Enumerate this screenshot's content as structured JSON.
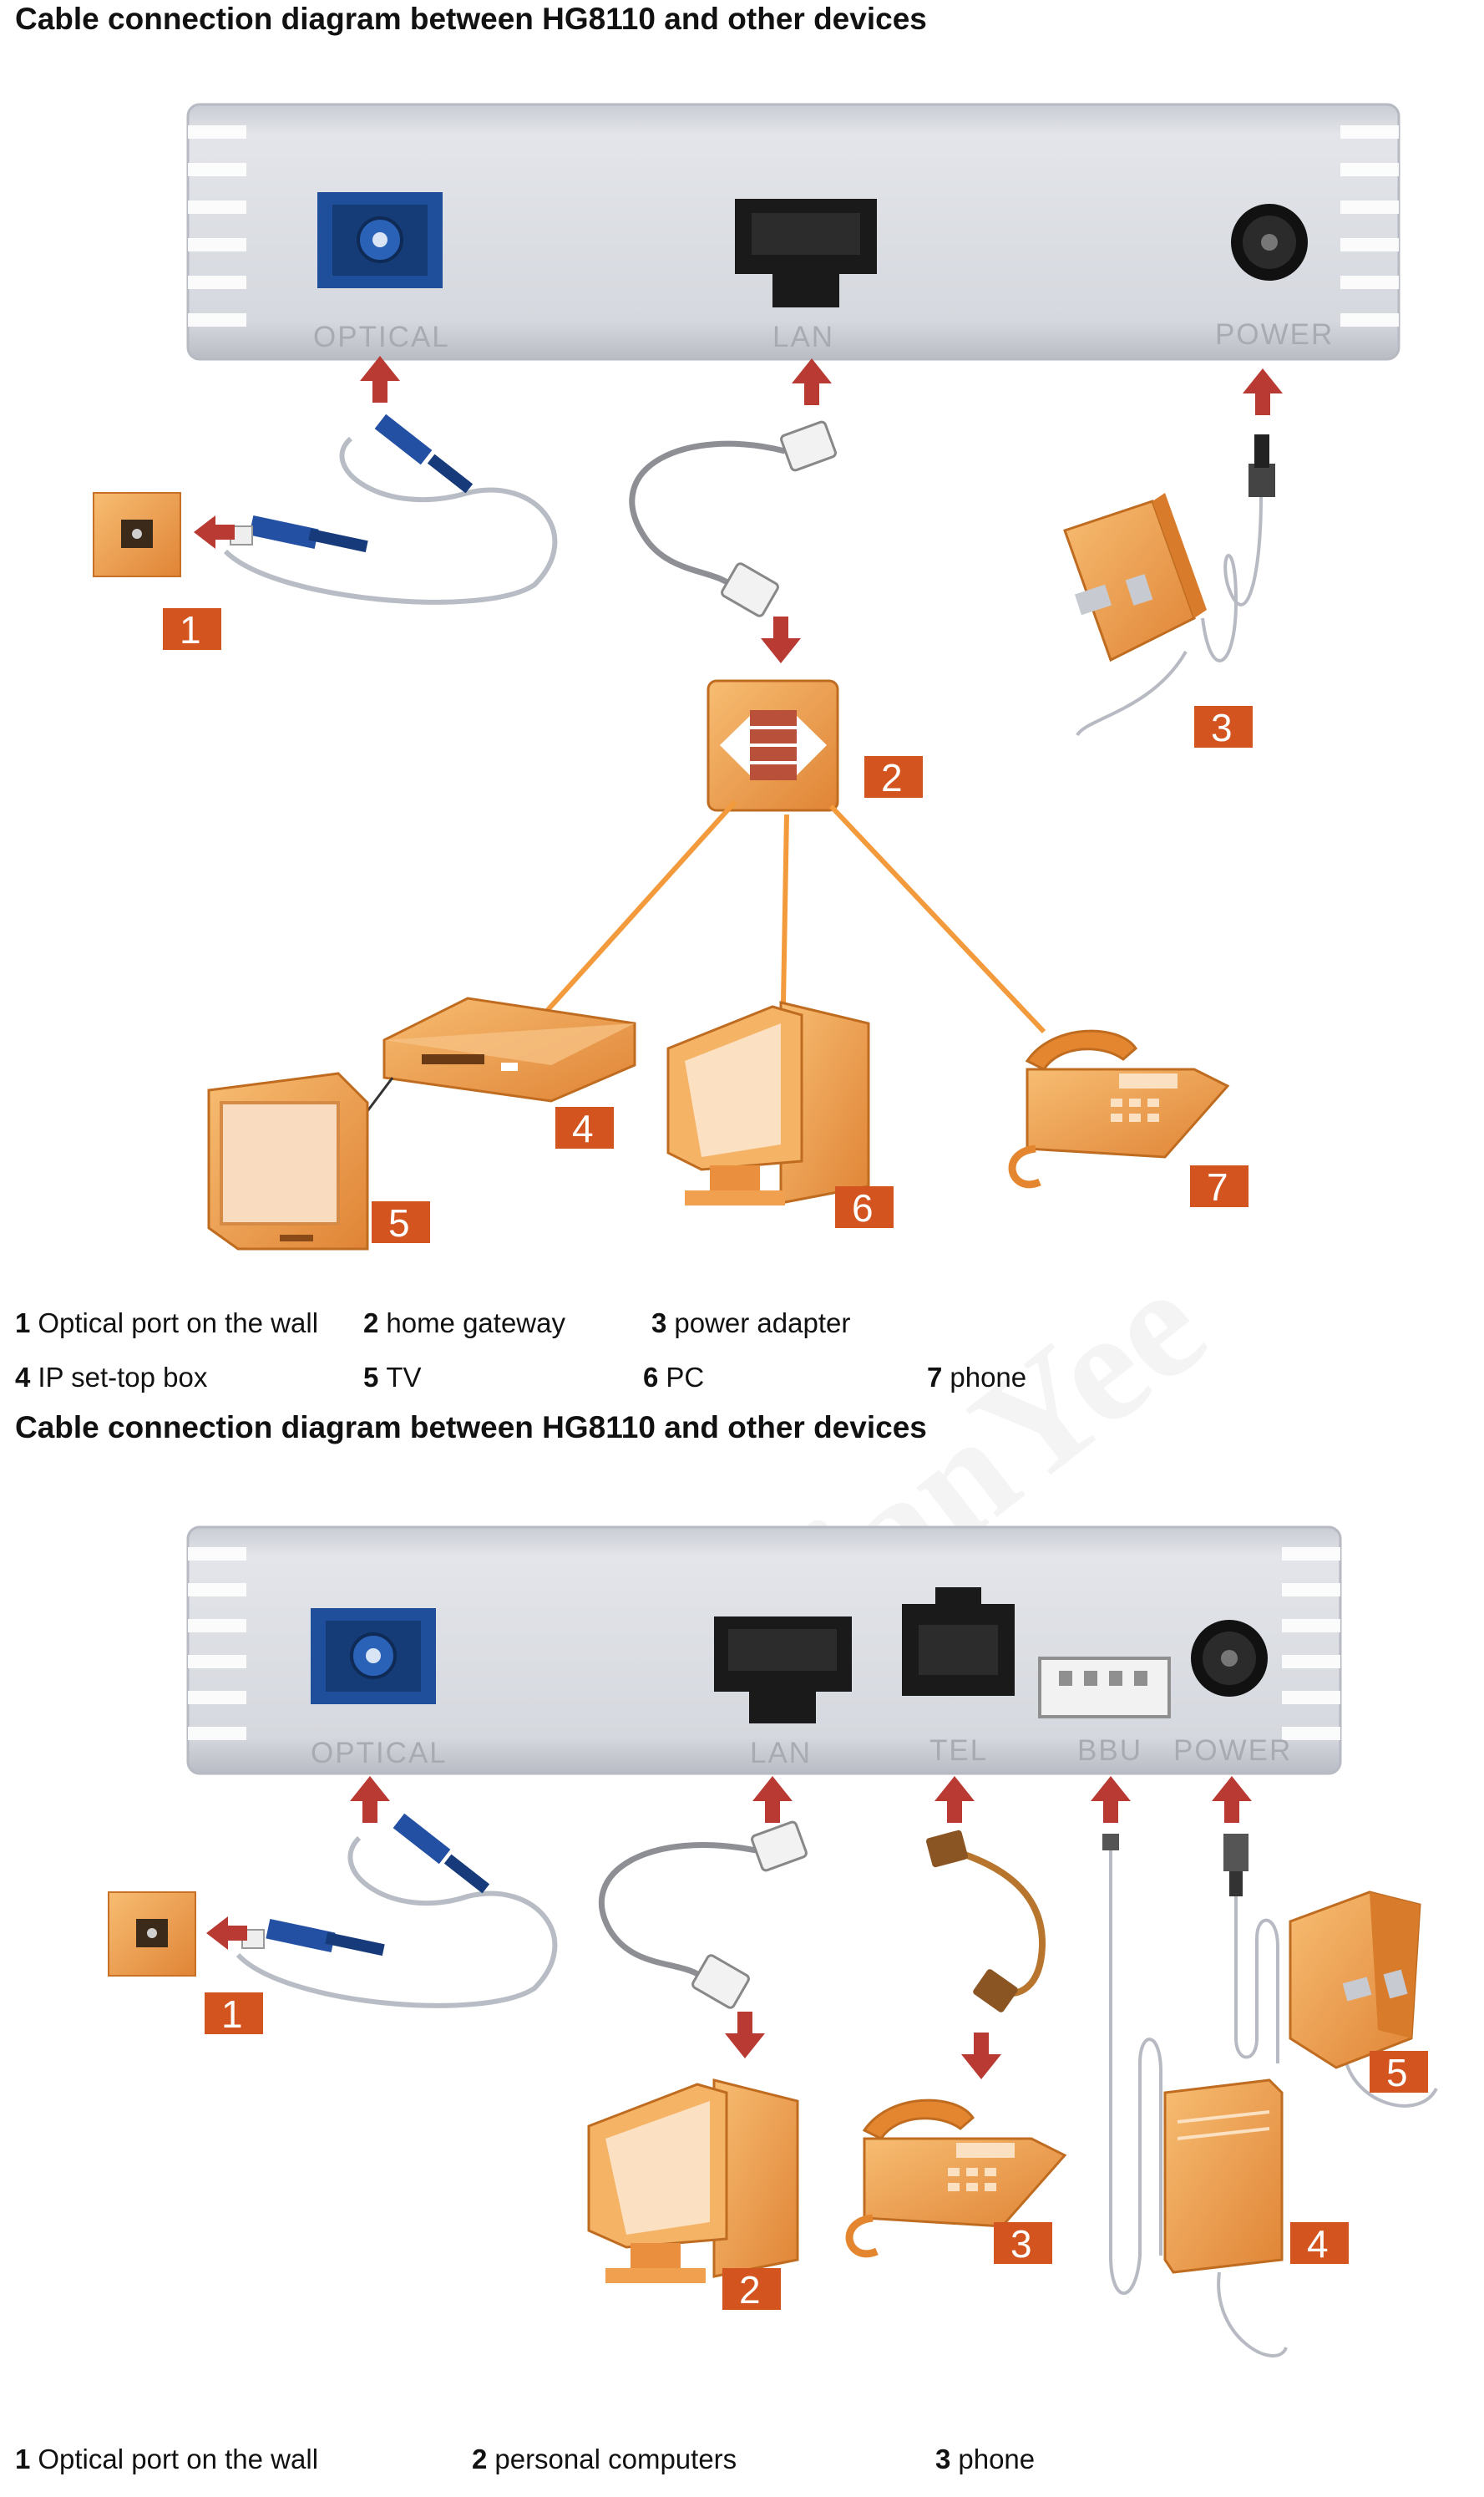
{
  "diagram1": {
    "title": "Cable connection diagram between HG8110 and other devices",
    "ports": {
      "optical": "OPTICAL",
      "lan": "LAN",
      "power": "POWER"
    },
    "badges": [
      "1",
      "2",
      "3",
      "4",
      "5",
      "6",
      "7"
    ],
    "legend": [
      {
        "num": "1",
        "text": "Optical port on the wall"
      },
      {
        "num": "2",
        "text": "home gateway"
      },
      {
        "num": "3",
        "text": "power adapter"
      },
      {
        "num": "4",
        "text": "IP set-top box"
      },
      {
        "num": "5",
        "text": "TV"
      },
      {
        "num": "6",
        "text": "PC"
      },
      {
        "num": "7",
        "text": "phone"
      }
    ]
  },
  "diagram2": {
    "title": "Cable connection diagram between HG8110 and other devices",
    "ports": {
      "optical": "OPTICAL",
      "lan": "LAN",
      "tel": "TEL",
      "bbu": "BBU",
      "power": "POWER"
    },
    "badges": [
      "1",
      "2",
      "3",
      "4",
      "5"
    ],
    "legend": [
      {
        "num": "1",
        "text": "Optical port on the wall"
      },
      {
        "num": "2",
        "text": "personal computers"
      },
      {
        "num": "3",
        "text": "phone"
      }
    ]
  },
  "watermark": "TianYee",
  "colors": {
    "badge": "#d4541f",
    "arrow": "#b83a32",
    "device": "#f0a04f",
    "link": "#f29a3c",
    "panel": "#d7d9df"
  }
}
